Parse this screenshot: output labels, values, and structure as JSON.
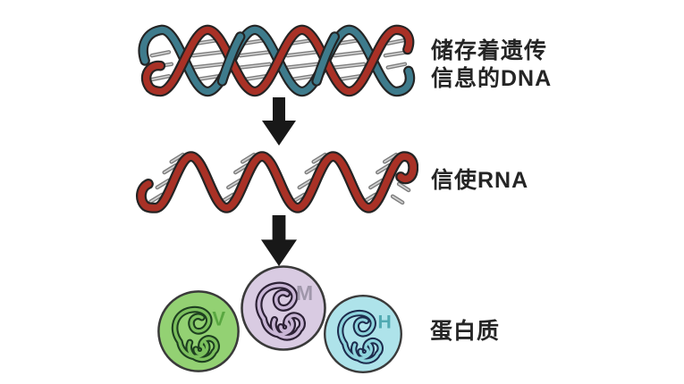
{
  "labels": {
    "dna_line1": "储存着遗传",
    "dna_line2": "信息的DNA",
    "mrna": "信使RNA",
    "protein": "蛋白质"
  },
  "proteins": [
    {
      "letter": "V",
      "fill": "#93d173",
      "knot_dark": "#1e4020",
      "knot_light": "#7cc05e",
      "letter_color": "#53a33c"
    },
    {
      "letter": "M",
      "fill": "#d9cbe2",
      "knot_dark": "#2c2135",
      "knot_light": "#c9b6d6",
      "letter_color": "#9a92a6"
    },
    {
      "letter": "H",
      "fill": "#aee3ea",
      "knot_dark": "#1d2b4d",
      "knot_light": "#8ed4dd",
      "letter_color": "#48a4ad"
    }
  ],
  "colors": {
    "dna_strand_blue": "#3e7b8c",
    "dna_strand_red": "#a93126",
    "mrna_strand_red": "#a93126",
    "base_pair_gray": "#969696",
    "arrow_black": "#181818",
    "text": "#252525",
    "background": "#ffffff"
  }
}
